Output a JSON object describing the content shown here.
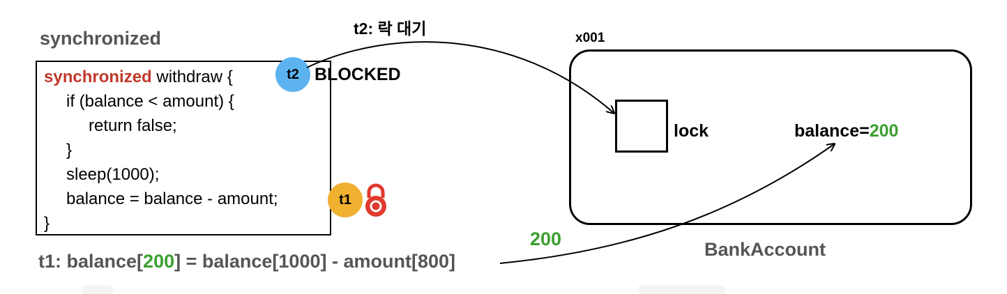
{
  "title": "synchronized",
  "code": {
    "keyword": "synchronized",
    "line1_rest": " withdraw {",
    "line2": "if (balance < amount) {",
    "line3": "return false;",
    "line4": "}",
    "line5": "sleep(1000);",
    "line6": "balance = balance - amount;",
    "line7": "}"
  },
  "threads": {
    "t2_badge": "t2",
    "t2_state": "BLOCKED",
    "t2_label": "t2: 락 대기",
    "t1_badge": "t1"
  },
  "account": {
    "id": "x001",
    "lock_label": "lock",
    "balance_prefix": "balance=",
    "balance_value": "200",
    "name": "BankAccount"
  },
  "flow": {
    "value_label": "200"
  },
  "equation": {
    "prefix": "t1: balance[",
    "result": "200",
    "rest": "] = balance[1000] - amount[800]"
  },
  "colors": {
    "keyword": "#c0392b",
    "value_green": "#3ba030",
    "t1_badge": "#f0b030",
    "t2_badge": "#5cb3f0",
    "lock_red": "#e03a2e",
    "muted_text": "#555555"
  }
}
